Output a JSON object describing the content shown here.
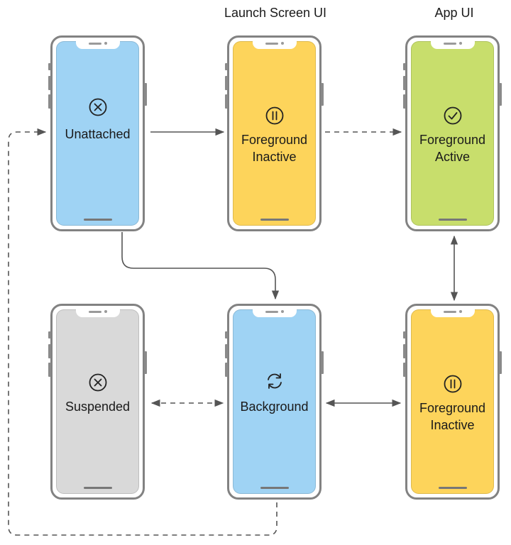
{
  "headers": {
    "launch_screen_ui": "Launch Screen UI",
    "app_ui": "App UI"
  },
  "colors": {
    "blue": "#9fd3f4",
    "yellow": "#fdd45b",
    "green": "#c8de6c",
    "gray": "#d9d9d9",
    "arrow": "#555555"
  },
  "states": {
    "unattached": {
      "label": "Unattached",
      "icon": "circle-x-icon",
      "color": "blue"
    },
    "foreground_inactive_launch": {
      "label": "Foreground\nInactive",
      "icon": "pause-circle-icon",
      "color": "yellow"
    },
    "foreground_active": {
      "label": "Foreground\nActive",
      "icon": "checkmark-circle-icon",
      "color": "green"
    },
    "suspended": {
      "label": "Suspended",
      "icon": "circle-x-icon",
      "color": "gray"
    },
    "background": {
      "label": "Background",
      "icon": "refresh-arrows-icon",
      "color": "blue"
    },
    "foreground_inactive_app": {
      "label": "Foreground\nInactive",
      "icon": "pause-circle-icon",
      "color": "yellow"
    }
  },
  "transitions": [
    {
      "from": "unattached",
      "to": "foreground_inactive_launch",
      "style": "solid"
    },
    {
      "from": "foreground_inactive_launch",
      "to": "foreground_active",
      "style": "dashed"
    },
    {
      "from": "unattached",
      "to": "background",
      "style": "solid"
    },
    {
      "from": "foreground_active",
      "to": "foreground_inactive_app",
      "style": "solid",
      "bidirectional": true
    },
    {
      "from": "background",
      "to": "suspended",
      "style": "dashed",
      "bidirectional": true
    },
    {
      "from": "background",
      "to": "foreground_inactive_app",
      "style": "solid",
      "bidirectional": true
    },
    {
      "from": "background",
      "to": "unattached",
      "style": "dashed"
    }
  ]
}
